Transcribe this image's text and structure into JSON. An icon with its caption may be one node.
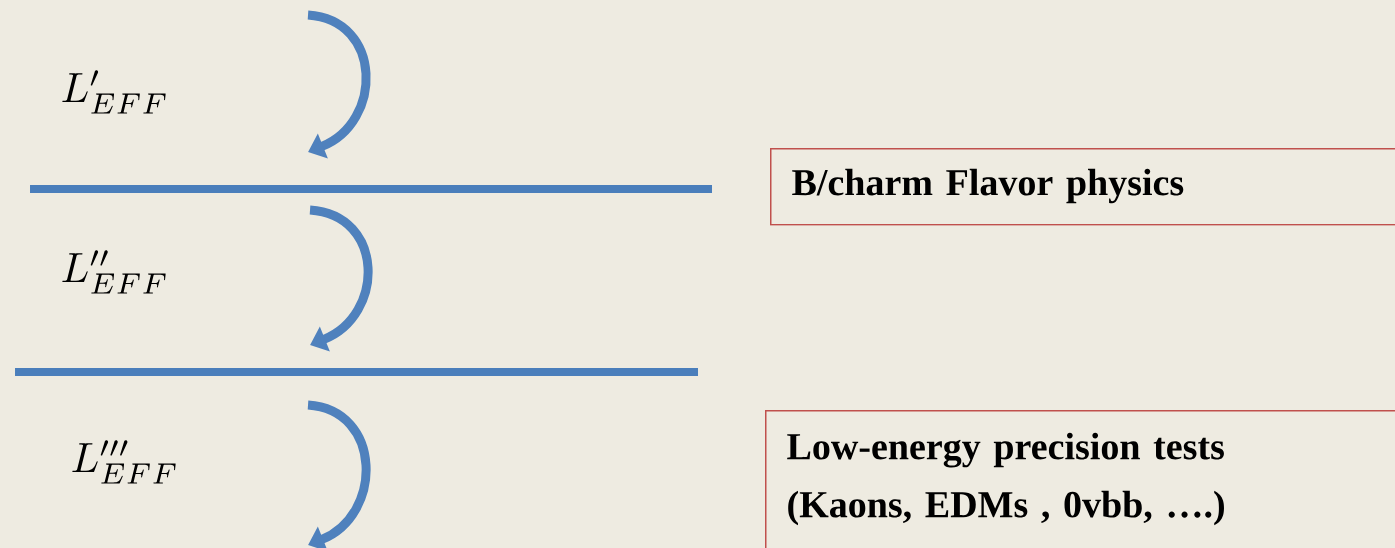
{
  "diagram": {
    "nodes": [
      {
        "text": [
          "B/charm Flavor physics"
        ]
      },
      {
        "text": [
          "Low-energy precision tests (Kaons, EDMs , 0vbb, ….)"
        ]
      }
    ],
    "labels": [
      "L'_{EFF}",
      "L''_{EFF}",
      "L'''_{EFF}"
    ]
  }
}
